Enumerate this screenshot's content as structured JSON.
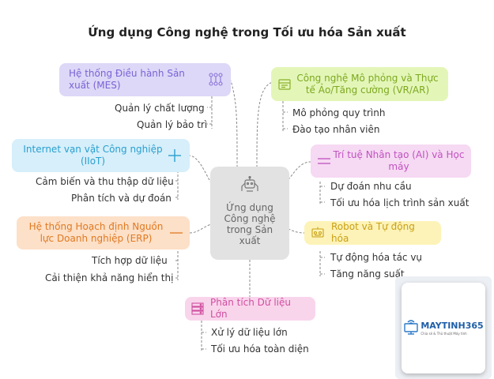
{
  "title": "Ứng dụng Công nghệ trong Tối ưu hóa Sản xuất",
  "center": {
    "label": "Ứng dụng Công nghệ trong Sản xuất",
    "icon": "robot-icon"
  },
  "branches": [
    {
      "label": "Hệ thống Điều hành Sản xuất (MES)",
      "icon": "people-network-icon",
      "color": "#ddd8f7",
      "leaves": [
        "Quản lý chất lượng",
        "Quản lý bảo trì"
      ]
    },
    {
      "label": "Công nghệ Mô phỏng và Thực tế Ảo/Tăng cường (VR/AR)",
      "icon": "vr-headset-icon",
      "color": "#e3f6b8",
      "leaves": [
        "Mô phỏng quy trình",
        "Đào tạo nhân viên"
      ]
    },
    {
      "label": "Internet vạn vật Công nghiệp (IIoT)",
      "icon": "plus-icon",
      "color": "#d6effa",
      "leaves": [
        "Cảm biến và thu thập dữ liệu",
        "Phân tích và dự đoán"
      ]
    },
    {
      "label": "Trí tuệ Nhân tạo (AI) và Học máy",
      "icon": "lines-icon",
      "color": "#f6d9f3",
      "leaves": [
        "Dự đoán nhu cầu",
        "Tối ưu hóa lịch trình sản xuất"
      ]
    },
    {
      "label": "Hệ thống Hoạch định Nguồn lực Doanh nghiệp (ERP)",
      "icon": "dash-icon",
      "color": "#fde0c8",
      "leaves": [
        "Tích hợp dữ liệu",
        "Cải thiện khả năng hiển thị"
      ]
    },
    {
      "label": "Robot và Tự động hóa",
      "icon": "robot-arm-icon",
      "color": "#fdf3b8",
      "leaves": [
        "Tự động hóa tác vụ",
        "Tăng năng suất"
      ]
    },
    {
      "label": "Phân tích Dữ liệu Lớn",
      "icon": "server-icon",
      "color": "#f9d5ec",
      "leaves": [
        "Xử lý dữ liệu lớn",
        "Tối ưu hóa toàn diện"
      ]
    }
  ],
  "logo": {
    "brand": "MAYTINH365",
    "tagline": "Chia sẻ & Thủ thuật Máy tính"
  }
}
